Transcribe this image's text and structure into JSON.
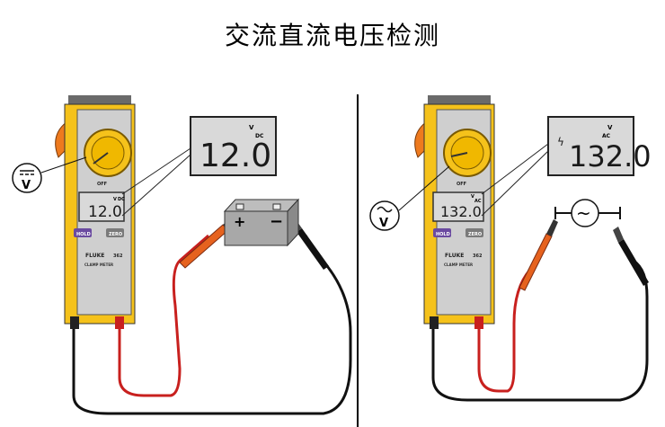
{
  "title": "交流直流电压检测",
  "left_panel": {
    "callout_symbol": "V",
    "callout_mode": "DC",
    "meter": {
      "reading": "12.0",
      "unit": "V",
      "mode": "DC",
      "buttons": [
        "HOLD",
        "ZERO"
      ],
      "brand": "FLUKE",
      "model": "362",
      "subtitle": "CLAMP METER",
      "dial_off": "OFF"
    },
    "zoom_display": {
      "reading": "12.0",
      "unit": "V",
      "mode": "DC"
    },
    "battery": {
      "plus": "+",
      "minus": "−"
    }
  },
  "right_panel": {
    "callout_symbol": "V",
    "callout_mode": "AC",
    "meter": {
      "reading": "132.0",
      "unit": "V",
      "mode": "AC",
      "buttons": [
        "HOLD",
        "ZERO"
      ],
      "brand": "FLUKE",
      "model": "362",
      "subtitle": "CLAMP METER",
      "dial_off": "OFF"
    },
    "zoom_display": {
      "reading": "132.0",
      "unit": "V",
      "mode": "AC",
      "hazard": "ϟ"
    },
    "source_symbol": "~"
  },
  "colors": {
    "meter_yellow": "#f5c21b",
    "meter_grey": "#cfcfcf",
    "jaw_orange": "#ee7a1e",
    "lcd_bg": "#d9d9d9",
    "lead_red": "#c8201e",
    "lead_black": "#111111",
    "button_purple": "#6a4aa0",
    "button_grey": "#7a7a7a"
  }
}
